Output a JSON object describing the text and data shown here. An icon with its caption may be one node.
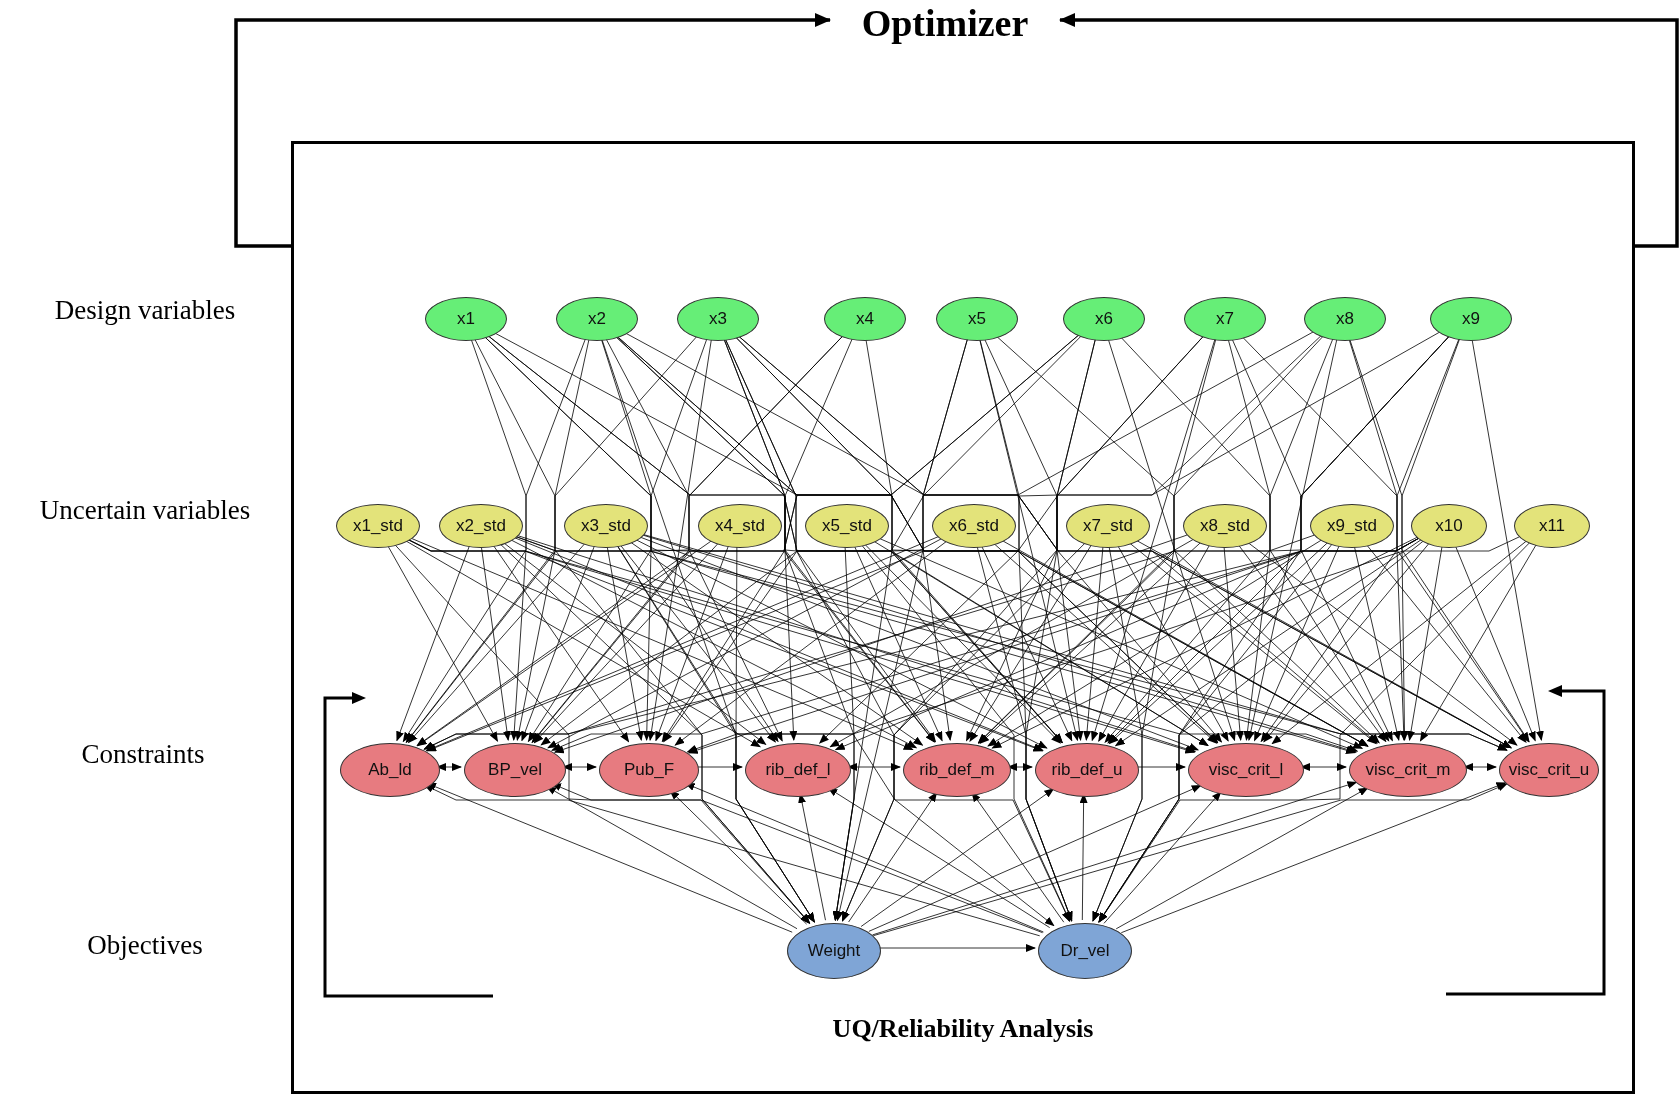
{
  "diagram": {
    "nodes": [
      {
        "text": [
          "Optimizer"
        ]
      },
      {
        "text": [
          "UQ/Reliability Analysis"
        ]
      },
      {
        "text": [
          "x1"
        ],
        "in": 1
      },
      {
        "text": [
          "x2"
        ],
        "in": 1
      },
      {
        "text": [
          "x3"
        ],
        "in": 1
      },
      {
        "text": [
          "x4"
        ],
        "in": 1
      },
      {
        "text": [
          "x5"
        ],
        "in": 1
      },
      {
        "text": [
          "x6"
        ],
        "in": 1
      },
      {
        "text": [
          "x7"
        ],
        "in": 1
      },
      {
        "text": [
          "x8"
        ],
        "in": 1
      },
      {
        "text": [
          "x9"
        ],
        "in": 1
      },
      {
        "text": [
          "x1_std"
        ],
        "in": 1
      },
      {
        "text": [
          "x2_std"
        ],
        "in": 1
      },
      {
        "text": [
          "x3_std"
        ],
        "in": 1
      },
      {
        "text": [
          "x4_std"
        ],
        "in": 1
      },
      {
        "text": [
          "x5_std"
        ],
        "in": 1
      },
      {
        "text": [
          "x6_std"
        ],
        "in": 1
      },
      {
        "text": [
          "x7_std"
        ],
        "in": 1
      },
      {
        "text": [
          "x8_std"
        ],
        "in": 1
      },
      {
        "text": [
          "x9_std"
        ],
        "in": 1
      },
      {
        "text": [
          "x10"
        ],
        "in": 1
      },
      {
        "text": [
          "x11"
        ],
        "in": 1
      },
      {
        "text": [
          "Ab_ld"
        ],
        "in": 1
      },
      {
        "text": [
          "BP_vel"
        ],
        "in": 1
      },
      {
        "text": [
          "Pub_F"
        ],
        "in": 1
      },
      {
        "text": [
          "rib_def_l"
        ],
        "in": 1
      },
      {
        "text": [
          "rib_def_m"
        ],
        "in": 1
      },
      {
        "text": [
          "rib_def_u"
        ],
        "in": 1
      },
      {
        "text": [
          "visc_crit_l"
        ],
        "in": 1
      },
      {
        "text": [
          "visc_crit_m"
        ],
        "in": 1
      },
      {
        "text": [
          "visc_crit_u"
        ],
        "in": 1
      },
      {
        "text": [
          "Weight"
        ],
        "in": 1
      },
      {
        "text": [
          "Dr_vel"
        ],
        "in": 1
      }
    ],
    "edges": [
      {
        "from": 1,
        "to": 0,
        "arrow": "to",
        "style": "thick"
      },
      {
        "from": 1,
        "to": 0,
        "arrow": "to",
        "style": "thick"
      },
      {
        "from": 3,
        "to": 22,
        "arrow": "to"
      },
      {
        "from": 4,
        "to": 22,
        "arrow": "to"
      },
      {
        "from": 5,
        "to": 22,
        "arrow": "to"
      },
      {
        "from": 7,
        "to": 22,
        "arrow": "to"
      },
      {
        "from": 10,
        "to": 22,
        "arrow": "to"
      },
      {
        "from": 12,
        "to": 22,
        "arrow": "to"
      },
      {
        "from": 13,
        "to": 22,
        "arrow": "to"
      },
      {
        "from": 14,
        "to": 22,
        "arrow": "to"
      },
      {
        "from": 16,
        "to": 22,
        "arrow": "to"
      },
      {
        "from": 19,
        "to": 22,
        "arrow": "to"
      },
      {
        "from": 20,
        "to": 22,
        "arrow": "to"
      },
      {
        "from": 2,
        "to": 23,
        "arrow": "to"
      },
      {
        "from": 3,
        "to": 23,
        "arrow": "to"
      },
      {
        "from": 4,
        "to": 23,
        "arrow": "to"
      },
      {
        "from": 5,
        "to": 23,
        "arrow": "to"
      },
      {
        "from": 7,
        "to": 23,
        "arrow": "to"
      },
      {
        "from": 9,
        "to": 23,
        "arrow": "to"
      },
      {
        "from": 11,
        "to": 23,
        "arrow": "to"
      },
      {
        "from": 12,
        "to": 23,
        "arrow": "to"
      },
      {
        "from": 13,
        "to": 23,
        "arrow": "to"
      },
      {
        "from": 14,
        "to": 23,
        "arrow": "to"
      },
      {
        "from": 16,
        "to": 23,
        "arrow": "to"
      },
      {
        "from": 18,
        "to": 23,
        "arrow": "to"
      },
      {
        "from": 20,
        "to": 23,
        "arrow": "to"
      },
      {
        "from": 3,
        "to": 24,
        "arrow": "to"
      },
      {
        "from": 4,
        "to": 24,
        "arrow": "to"
      },
      {
        "from": 5,
        "to": 24,
        "arrow": "to"
      },
      {
        "from": 7,
        "to": 24,
        "arrow": "to"
      },
      {
        "from": 12,
        "to": 24,
        "arrow": "to"
      },
      {
        "from": 13,
        "to": 24,
        "arrow": "to"
      },
      {
        "from": 14,
        "to": 24,
        "arrow": "to"
      },
      {
        "from": 16,
        "to": 24,
        "arrow": "to"
      },
      {
        "from": 20,
        "to": 24,
        "arrow": "to"
      },
      {
        "from": 21,
        "to": 24,
        "arrow": "to"
      },
      {
        "from": 2,
        "to": 25,
        "arrow": "to"
      },
      {
        "from": 3,
        "to": 25,
        "arrow": "to"
      },
      {
        "from": 4,
        "to": 25,
        "arrow": "to"
      },
      {
        "from": 9,
        "to": 25,
        "arrow": "to"
      },
      {
        "from": 11,
        "to": 25,
        "arrow": "to"
      },
      {
        "from": 12,
        "to": 25,
        "arrow": "to"
      },
      {
        "from": 13,
        "to": 25,
        "arrow": "to"
      },
      {
        "from": 18,
        "to": 25,
        "arrow": "to"
      },
      {
        "from": 20,
        "to": 25,
        "arrow": "to"
      },
      {
        "from": 2,
        "to": 26,
        "arrow": "to"
      },
      {
        "from": 3,
        "to": 26,
        "arrow": "to"
      },
      {
        "from": 4,
        "to": 26,
        "arrow": "to"
      },
      {
        "from": 6,
        "to": 26,
        "arrow": "to"
      },
      {
        "from": 8,
        "to": 26,
        "arrow": "to"
      },
      {
        "from": 9,
        "to": 26,
        "arrow": "to"
      },
      {
        "from": 10,
        "to": 26,
        "arrow": "to"
      },
      {
        "from": 11,
        "to": 26,
        "arrow": "to"
      },
      {
        "from": 12,
        "to": 26,
        "arrow": "to"
      },
      {
        "from": 13,
        "to": 26,
        "arrow": "to"
      },
      {
        "from": 15,
        "to": 26,
        "arrow": "to"
      },
      {
        "from": 17,
        "to": 26,
        "arrow": "to"
      },
      {
        "from": 18,
        "to": 26,
        "arrow": "to"
      },
      {
        "from": 19,
        "to": 26,
        "arrow": "to"
      },
      {
        "from": 20,
        "to": 26,
        "arrow": "to"
      },
      {
        "from": 2,
        "to": 27,
        "arrow": "to"
      },
      {
        "from": 3,
        "to": 27,
        "arrow": "to"
      },
      {
        "from": 4,
        "to": 27,
        "arrow": "to"
      },
      {
        "from": 6,
        "to": 27,
        "arrow": "to"
      },
      {
        "from": 7,
        "to": 27,
        "arrow": "to"
      },
      {
        "from": 8,
        "to": 27,
        "arrow": "to"
      },
      {
        "from": 9,
        "to": 27,
        "arrow": "to"
      },
      {
        "from": 10,
        "to": 27,
        "arrow": "to"
      },
      {
        "from": 11,
        "to": 27,
        "arrow": "to"
      },
      {
        "from": 12,
        "to": 27,
        "arrow": "to"
      },
      {
        "from": 13,
        "to": 27,
        "arrow": "to"
      },
      {
        "from": 15,
        "to": 27,
        "arrow": "to"
      },
      {
        "from": 16,
        "to": 27,
        "arrow": "to"
      },
      {
        "from": 17,
        "to": 27,
        "arrow": "to"
      },
      {
        "from": 18,
        "to": 27,
        "arrow": "to"
      },
      {
        "from": 19,
        "to": 27,
        "arrow": "to"
      },
      {
        "from": 20,
        "to": 27,
        "arrow": "to"
      },
      {
        "from": 2,
        "to": 28,
        "arrow": "to"
      },
      {
        "from": 3,
        "to": 28,
        "arrow": "to"
      },
      {
        "from": 4,
        "to": 28,
        "arrow": "to"
      },
      {
        "from": 6,
        "to": 28,
        "arrow": "to"
      },
      {
        "from": 7,
        "to": 28,
        "arrow": "to"
      },
      {
        "from": 8,
        "to": 28,
        "arrow": "to"
      },
      {
        "from": 9,
        "to": 28,
        "arrow": "to"
      },
      {
        "from": 10,
        "to": 28,
        "arrow": "to"
      },
      {
        "from": 11,
        "to": 28,
        "arrow": "to"
      },
      {
        "from": 12,
        "to": 28,
        "arrow": "to"
      },
      {
        "from": 13,
        "to": 28,
        "arrow": "to"
      },
      {
        "from": 15,
        "to": 28,
        "arrow": "to"
      },
      {
        "from": 16,
        "to": 28,
        "arrow": "to"
      },
      {
        "from": 17,
        "to": 28,
        "arrow": "to"
      },
      {
        "from": 18,
        "to": 28,
        "arrow": "to"
      },
      {
        "from": 19,
        "to": 28,
        "arrow": "to"
      },
      {
        "from": 20,
        "to": 28,
        "arrow": "to"
      },
      {
        "from": 21,
        "to": 28,
        "arrow": "to"
      },
      {
        "from": 2,
        "to": 29,
        "arrow": "to"
      },
      {
        "from": 3,
        "to": 29,
        "arrow": "to"
      },
      {
        "from": 4,
        "to": 29,
        "arrow": "to"
      },
      {
        "from": 6,
        "to": 29,
        "arrow": "to"
      },
      {
        "from": 7,
        "to": 29,
        "arrow": "to"
      },
      {
        "from": 8,
        "to": 29,
        "arrow": "to"
      },
      {
        "from": 9,
        "to": 29,
        "arrow": "to"
      },
      {
        "from": 10,
        "to": 29,
        "arrow": "to"
      },
      {
        "from": 11,
        "to": 29,
        "arrow": "to"
      },
      {
        "from": 12,
        "to": 29,
        "arrow": "to"
      },
      {
        "from": 13,
        "to": 29,
        "arrow": "to"
      },
      {
        "from": 15,
        "to": 29,
        "arrow": "to"
      },
      {
        "from": 16,
        "to": 29,
        "arrow": "to"
      },
      {
        "from": 17,
        "to": 29,
        "arrow": "to"
      },
      {
        "from": 18,
        "to": 29,
        "arrow": "to"
      },
      {
        "from": 19,
        "to": 29,
        "arrow": "to"
      },
      {
        "from": 20,
        "to": 29,
        "arrow": "to"
      },
      {
        "from": 21,
        "to": 29,
        "arrow": "to"
      },
      {
        "from": 3,
        "to": 30,
        "arrow": "to"
      },
      {
        "from": 4,
        "to": 30,
        "arrow": "to"
      },
      {
        "from": 8,
        "to": 30,
        "arrow": "to"
      },
      {
        "from": 9,
        "to": 30,
        "arrow": "to"
      },
      {
        "from": 10,
        "to": 30,
        "arrow": "to"
      },
      {
        "from": 12,
        "to": 30,
        "arrow": "to"
      },
      {
        "from": 13,
        "to": 30,
        "arrow": "to"
      },
      {
        "from": 17,
        "to": 30,
        "arrow": "to"
      },
      {
        "from": 18,
        "to": 30,
        "arrow": "to"
      },
      {
        "from": 19,
        "to": 30,
        "arrow": "to"
      },
      {
        "from": 20,
        "to": 30,
        "arrow": "to"
      },
      {
        "from": 2,
        "to": 31,
        "arrow": "to"
      },
      {
        "from": 3,
        "to": 31,
        "arrow": "to"
      },
      {
        "from": 4,
        "to": 31,
        "arrow": "to"
      },
      {
        "from": 5,
        "to": 31,
        "arrow": "to"
      },
      {
        "from": 6,
        "to": 31,
        "arrow": "to"
      },
      {
        "from": 8,
        "to": 31,
        "arrow": "to"
      },
      {
        "from": 11,
        "to": 31,
        "arrow": "to"
      },
      {
        "from": 12,
        "to": 31,
        "arrow": "to"
      },
      {
        "from": 13,
        "to": 31,
        "arrow": "to"
      },
      {
        "from": 14,
        "to": 31,
        "arrow": "to"
      },
      {
        "from": 15,
        "to": 31,
        "arrow": "to"
      },
      {
        "from": 17,
        "to": 31,
        "arrow": "to"
      },
      {
        "from": 4,
        "to": 32,
        "arrow": "to"
      },
      {
        "from": 6,
        "to": 32,
        "arrow": "to"
      },
      {
        "from": 7,
        "to": 32,
        "arrow": "to"
      },
      {
        "from": 8,
        "to": 32,
        "arrow": "to"
      },
      {
        "from": 10,
        "to": 32,
        "arrow": "to"
      },
      {
        "from": 13,
        "to": 32,
        "arrow": "to"
      },
      {
        "from": 15,
        "to": 32,
        "arrow": "to"
      },
      {
        "from": 16,
        "to": 32,
        "arrow": "to"
      },
      {
        "from": 17,
        "to": 32,
        "arrow": "to"
      },
      {
        "from": 19,
        "to": 32,
        "arrow": "to"
      },
      {
        "from": 20,
        "to": 32,
        "arrow": "to"
      },
      {
        "from": 21,
        "to": 32,
        "arrow": "to"
      },
      {
        "from": 31,
        "to": 22,
        "arrow": "to"
      },
      {
        "from": 31,
        "to": 23,
        "arrow": "to"
      },
      {
        "from": 31,
        "to": 24,
        "arrow": "to"
      },
      {
        "from": 31,
        "to": 25,
        "arrow": "to"
      },
      {
        "from": 31,
        "to": 26,
        "arrow": "to"
      },
      {
        "from": 31,
        "to": 27,
        "arrow": "to"
      },
      {
        "from": 31,
        "to": 28,
        "arrow": "to"
      },
      {
        "from": 31,
        "to": 29,
        "arrow": "to"
      },
      {
        "from": 31,
        "to": 30,
        "arrow": "to"
      },
      {
        "from": 32,
        "to": 22,
        "arrow": "to"
      },
      {
        "from": 32,
        "to": 23,
        "arrow": "to"
      },
      {
        "from": 32,
        "to": 24,
        "arrow": "to"
      },
      {
        "from": 32,
        "to": 25,
        "arrow": "to"
      },
      {
        "from": 32,
        "to": 26,
        "arrow": "to"
      },
      {
        "from": 32,
        "to": 27,
        "arrow": "to"
      },
      {
        "from": 32,
        "to": 28,
        "arrow": "to"
      },
      {
        "from": 32,
        "to": 29,
        "arrow": "to"
      },
      {
        "from": 32,
        "to": 30,
        "arrow": "to"
      },
      {
        "from": 22,
        "to": 23,
        "arrow": "both"
      },
      {
        "from": 23,
        "to": 24,
        "arrow": "both"
      },
      {
        "from": 24,
        "to": 25,
        "arrow": "to"
      },
      {
        "from": 25,
        "to": 26,
        "arrow": "both"
      },
      {
        "from": 26,
        "to": 27,
        "arrow": "both"
      },
      {
        "from": 27,
        "to": 28,
        "arrow": "to"
      },
      {
        "from": 28,
        "to": 29,
        "arrow": "both"
      },
      {
        "from": 29,
        "to": 30,
        "arrow": "both"
      },
      {
        "from": 31,
        "to": 32,
        "arrow": "to"
      }
    ],
    "labels": [
      "Design variables",
      "Uncertain variables",
      "Constraints",
      "Objectives"
    ]
  }
}
